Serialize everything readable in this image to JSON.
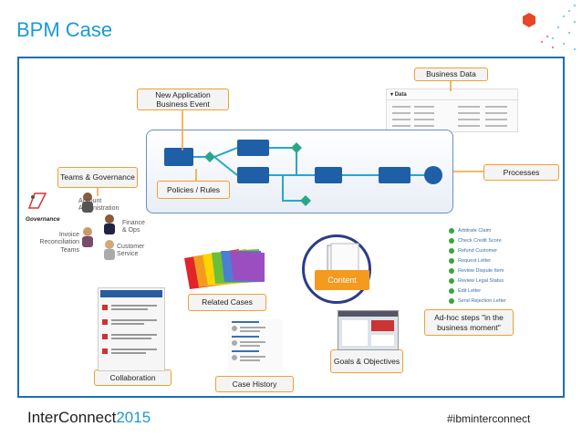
{
  "title": "BPM Case",
  "colors": {
    "accent": "#1a9ad6",
    "frame": "#1a6fb4",
    "callout_border": "#f0a030",
    "node": "#1f5fa8",
    "gateway": "#2aa68a"
  },
  "callouts": {
    "new_app": "New Application Business Event",
    "business_data": "Business Data",
    "teams": "Teams & Governance",
    "policies": "Policies / Rules",
    "processes": "Processes",
    "related_cases": "Related Cases",
    "adhoc": "Ad-hoc steps \"in the business moment\"",
    "goals": "Goals & Objectives",
    "collaboration": "Collaboration",
    "case_history": "Case History",
    "content": "Content"
  },
  "team_labels": {
    "account": "Account Administration",
    "finance": "Finance & Ops",
    "invoice": "Invoice Reconciliation Teams",
    "customer": "Customer Service",
    "governance": "Governance"
  },
  "adhoc_items": [
    "Arbitrate Claim",
    "Check Credit Score",
    "Refund Customer",
    "Request Letter",
    "Review Dispute Item",
    "Review Legal Status",
    "Edit Letter",
    "Send Rejection Letter"
  ],
  "data_panel_header": "Data",
  "footer": {
    "brand": "InterConnect",
    "year": "2015",
    "hashtag": "#ibminterconnect"
  }
}
